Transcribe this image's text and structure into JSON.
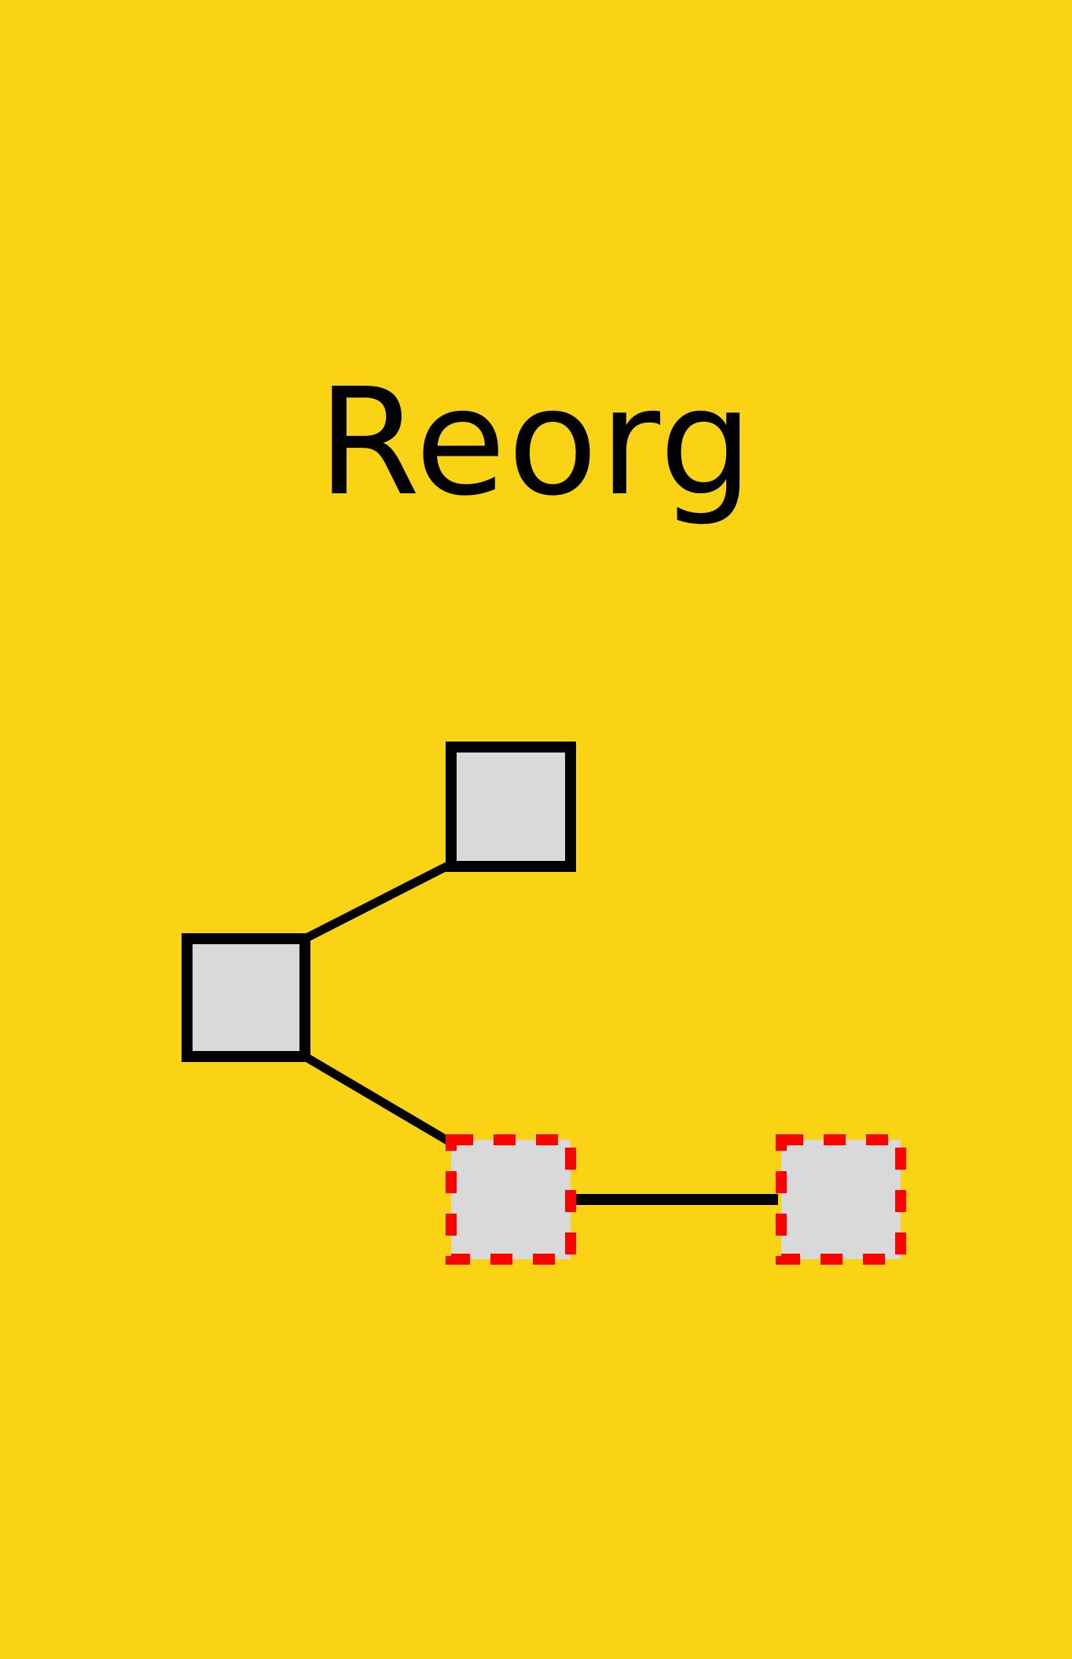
{
  "title": "Reorg",
  "colors": {
    "background": "#FAD414",
    "node_fill": "#D9D9D9",
    "node_border": "#000000",
    "highlight_border": "#FF0000",
    "connector": "#000000"
  },
  "nodes": [
    {
      "id": "root",
      "style": "solid"
    },
    {
      "id": "upper-child",
      "style": "solid"
    },
    {
      "id": "lower-child",
      "style": "dashed-red"
    },
    {
      "id": "lower-grandchild",
      "style": "dashed-red"
    }
  ],
  "edges": [
    {
      "from": "root",
      "to": "upper-child"
    },
    {
      "from": "root",
      "to": "lower-child"
    },
    {
      "from": "lower-child",
      "to": "lower-grandchild"
    }
  ]
}
